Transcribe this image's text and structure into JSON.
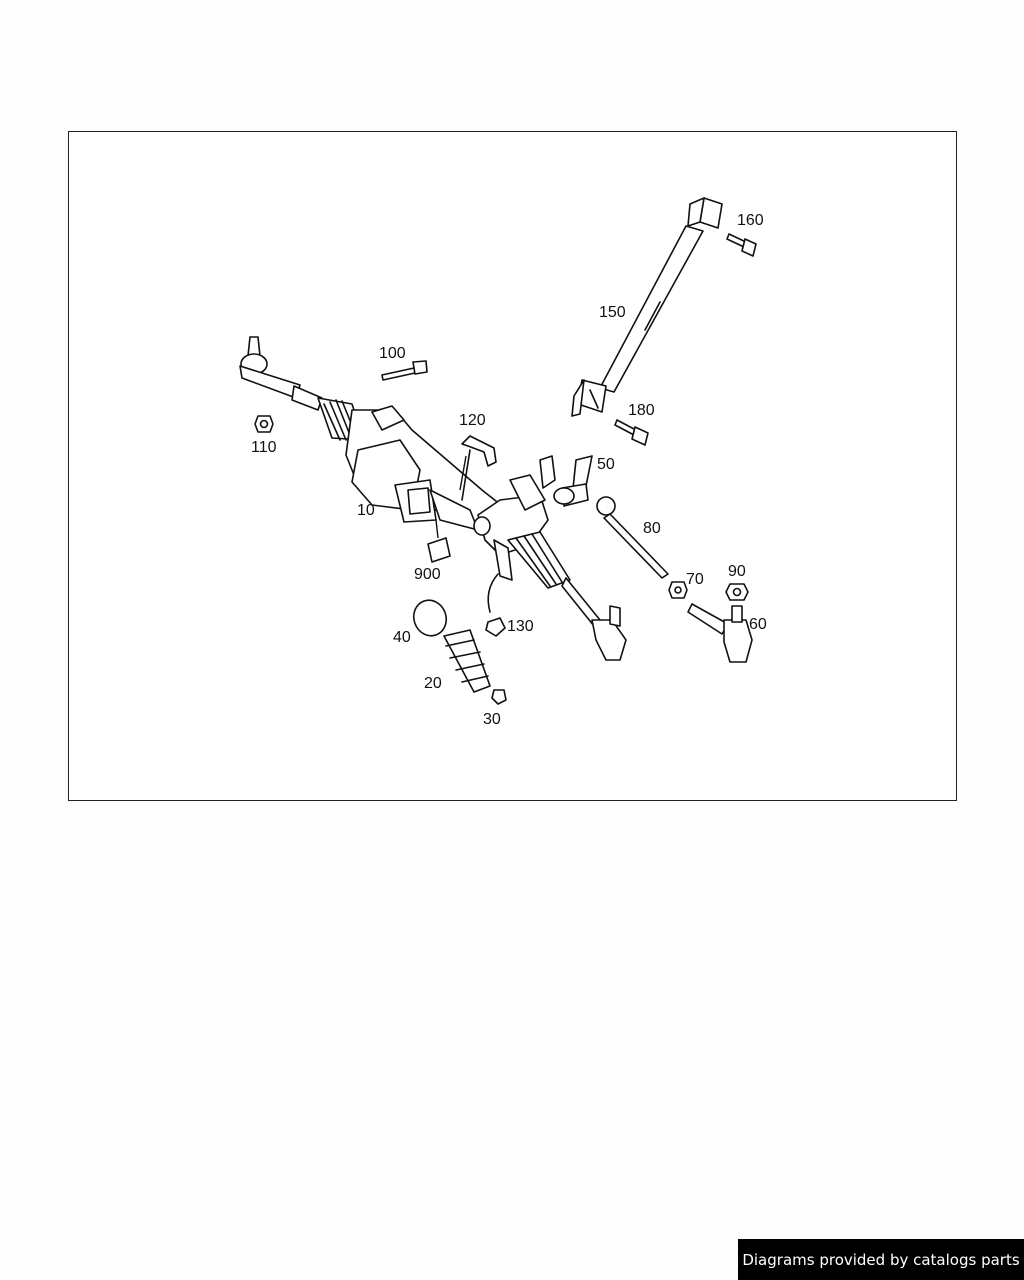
{
  "diagram": {
    "callouts": {
      "p10": "10",
      "p20": "20",
      "p30": "30",
      "p40": "40",
      "p50": "50",
      "p60": "60",
      "p70": "70",
      "p80": "80",
      "p90": "90",
      "p100": "100",
      "p110": "110",
      "p120": "120",
      "p130": "130",
      "p150": "150",
      "p160": "160",
      "p180": "180",
      "p900": "900"
    }
  },
  "footer": {
    "text": "Diagrams provided by catalogs parts"
  }
}
